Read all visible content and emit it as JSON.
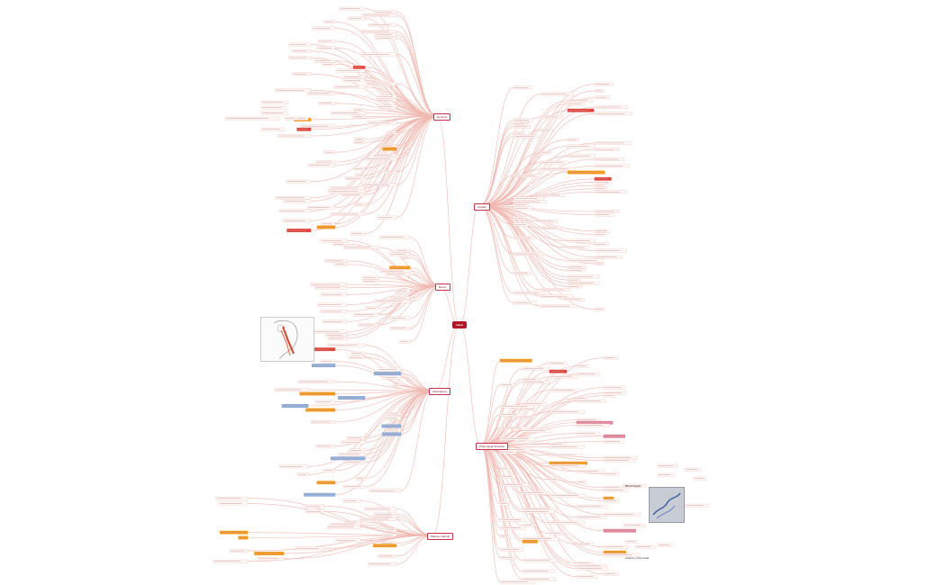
{
  "root": {
    "label": "Head"
  },
  "branches": [
    {
      "id": "b1",
      "label": "Nervous"
    },
    {
      "id": "b2",
      "label": "Bones"
    },
    {
      "id": "b3",
      "label": "Vasculature"
    },
    {
      "id": "b4",
      "label": "Salivary Glands"
    },
    {
      "id": "b5",
      "label": "Cranial"
    },
    {
      "id": "b6",
      "label": "Pharyngeal Structure"
    }
  ],
  "side_labels": [
    {
      "id": "s1",
      "label": "Blood supply"
    },
    {
      "id": "s2",
      "label": "Arteries of the head"
    }
  ],
  "colors": {
    "root": "#b0182a",
    "branch_line": "#f0b8b0",
    "node_border": "#f2c6bf",
    "highlight_orange": "#f39a1e",
    "highlight_red": "#e0443a",
    "highlight_blue": "#8fb3e0",
    "highlight_pink": "#e58aa0"
  }
}
